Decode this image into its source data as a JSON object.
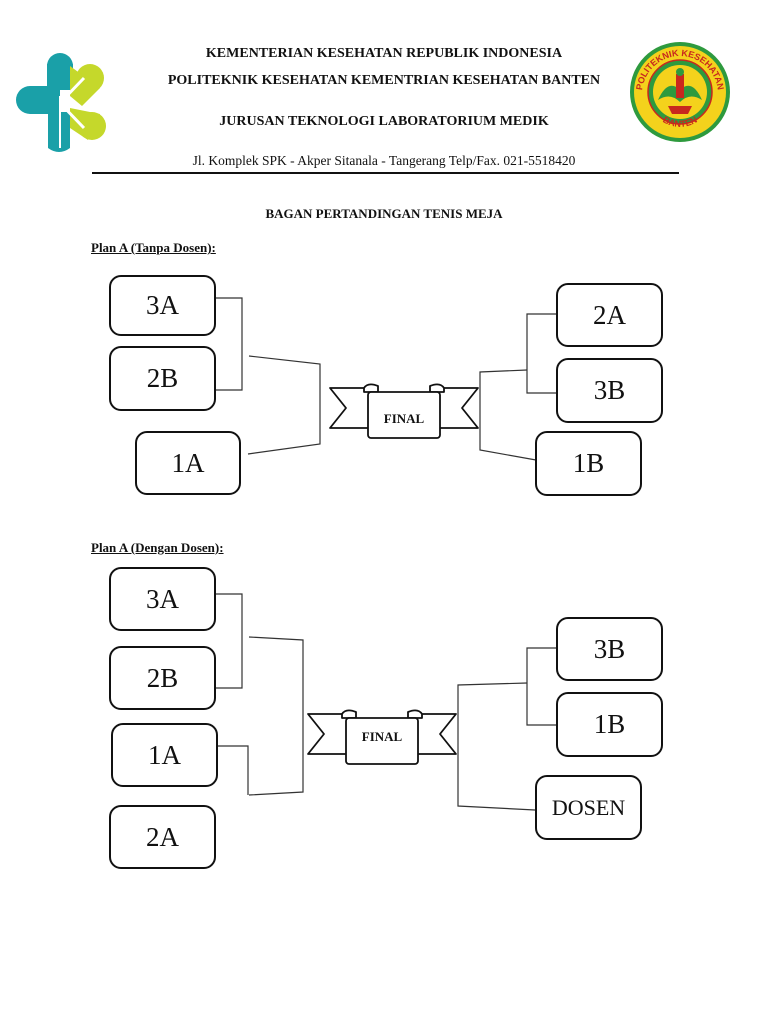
{
  "header": {
    "line1": "KEMENTERIAN KESEHATAN REPUBLIK INDONESIA",
    "line2": "POLITEKNIK KESEHATAN KEMENTRIAN KESEHATAN BANTEN",
    "line3": "JURUSAN TEKNOLOGI LABORATORIUM MEDIK",
    "address": "Jl. Komplek SPK - Akper Sitanala - Tangerang Telp/Fax. 021-5518420",
    "seal_top_text": "POLITEKNIK KESEHATAN",
    "seal_bottom_text": "BANTEN"
  },
  "title": "BAGAN PERTANDINGAN TENIS MEJA",
  "plan_a": {
    "label": "Plan A (Tanpa Dosen):",
    "left": [
      "3A",
      "2B",
      "1A"
    ],
    "right": [
      "2A",
      "3B",
      "1B"
    ],
    "final": "FINAL"
  },
  "plan_b": {
    "label": "Plan A (Dengan Dosen):",
    "left": [
      "3A",
      "2B",
      "1A",
      "2A"
    ],
    "right": [
      "3B",
      "1B",
      "DOSEN"
    ],
    "final": "FINAL"
  },
  "colors": {
    "logo_teal": "#1aa0a8",
    "logo_lime": "#c5d82b",
    "seal_yellow": "#f4d21c",
    "seal_green": "#2e9a3e",
    "seal_red": "#c8281e"
  }
}
